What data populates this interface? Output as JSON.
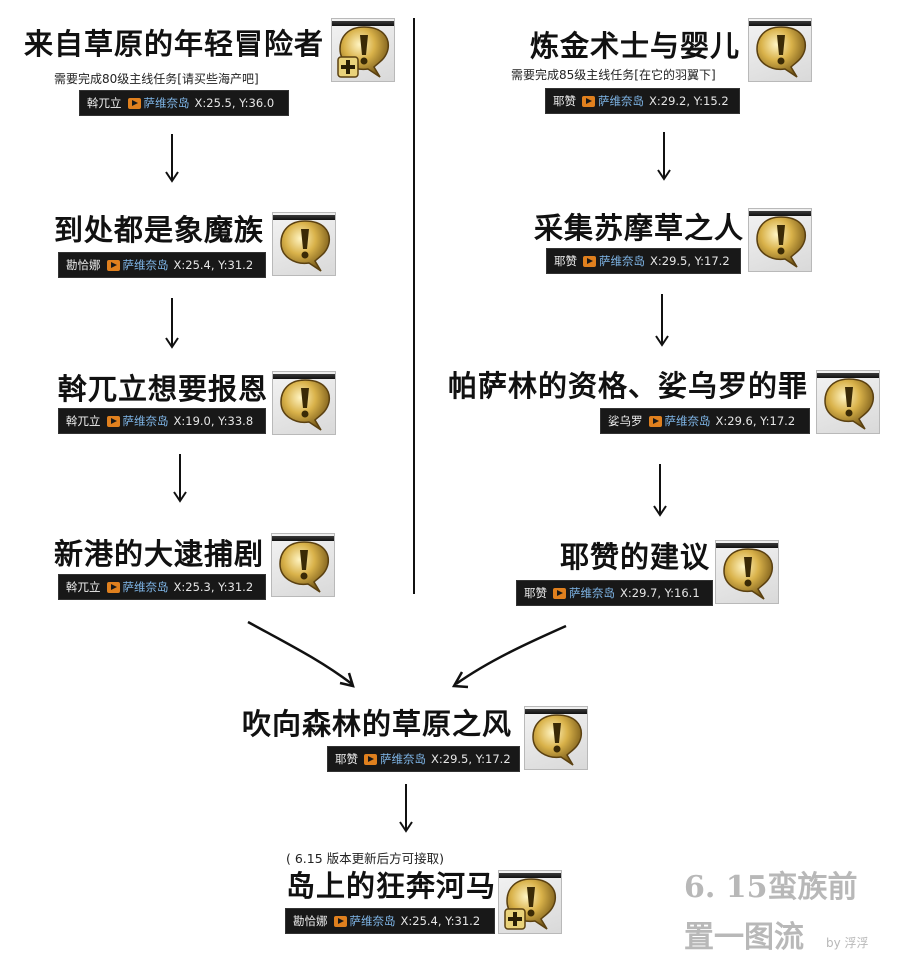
{
  "left_chain": [
    {
      "title": "来自草原的年轻冒险者",
      "requirement": "需要完成80级主线任务[请买些海产吧]",
      "npc": "斡兀立",
      "zone": "萨维奈岛",
      "coords": "X:25.5, Y:36.0",
      "icon": "quest-new-icon"
    },
    {
      "title": "到处都是象魔族",
      "npc": "勘恰娜",
      "zone": "萨维奈岛",
      "coords": "X:25.4, Y:31.2",
      "icon": "quest-icon"
    },
    {
      "title": "斡兀立想要报恩",
      "npc": "斡兀立",
      "zone": "萨维奈岛",
      "coords": "X:19.0, Y:33.8",
      "icon": "quest-icon"
    },
    {
      "title": "新港的大逮捕剧",
      "npc": "斡兀立",
      "zone": "萨维奈岛",
      "coords": "X:25.3, Y:31.2",
      "icon": "quest-icon"
    }
  ],
  "right_chain": [
    {
      "title": "炼金术士与婴儿",
      "requirement": "需要完成85级主线任务[在它的羽翼下]",
      "npc": "耶赞",
      "zone": "萨维奈岛",
      "coords": "X:29.2, Y:15.2",
      "icon": "quest-icon"
    },
    {
      "title": "采集苏摩草之人",
      "npc": "耶赞",
      "zone": "萨维奈岛",
      "coords": "X:29.5, Y:17.2",
      "icon": "quest-icon"
    },
    {
      "title": "帕萨林的资格、娑乌罗的罪",
      "npc": "娑乌罗",
      "zone": "萨维奈岛",
      "coords": "X:29.6, Y:17.2",
      "icon": "quest-icon"
    },
    {
      "title": "耶赞的建议",
      "npc": "耶赞",
      "zone": "萨维奈岛",
      "coords": "X:29.7, Y:16.1",
      "icon": "quest-icon"
    }
  ],
  "merge_quest": {
    "title": "吹向森林的草原之风",
    "npc": "耶赞",
    "zone": "萨维奈岛",
    "coords": "X:29.5, Y:17.2",
    "icon": "quest-icon"
  },
  "final_quest": {
    "note": "( 6.15 版本更新后方可接取)",
    "title": "岛上的狂奔河马",
    "npc": "勘恰娜",
    "zone": "萨维奈岛",
    "coords": "X:25.4, Y:31.2",
    "icon": "quest-new-icon"
  },
  "watermark": {
    "line1": "6. 15蛮族前",
    "line2": "置一图流",
    "by": "by 浮浮"
  },
  "colors": {
    "zone": "#7fb6e8",
    "pin": "#e0801e",
    "plate": "#181818",
    "gold": "#c9a23a"
  }
}
